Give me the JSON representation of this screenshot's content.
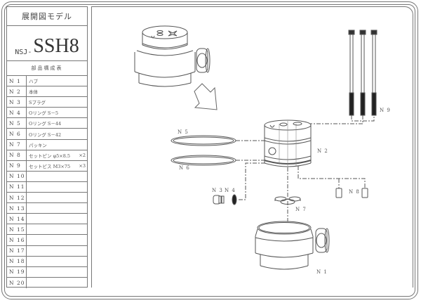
{
  "header": {
    "title": "展開図モデル",
    "model_prefix": "NSJ-",
    "model_name": "SSH8",
    "parts_table_title": "部品構成表"
  },
  "parts": [
    {
      "no": "N 1",
      "name": "ハブ",
      "qty": ""
    },
    {
      "no": "N 2",
      "name": "本体",
      "qty": ""
    },
    {
      "no": "N 3",
      "name": "Sプラグ",
      "qty": ""
    },
    {
      "no": "N 4",
      "name": "Oリング S－5",
      "qty": ""
    },
    {
      "no": "N 5",
      "name": "Oリング S－44",
      "qty": ""
    },
    {
      "no": "N 6",
      "name": "Oリング S－42",
      "qty": ""
    },
    {
      "no": "N 7",
      "name": "パッキン",
      "qty": ""
    },
    {
      "no": "N 8",
      "name": "セットピン φ5×8.5",
      "qty": "×2"
    },
    {
      "no": "N 9",
      "name": "セットビス M3×75",
      "qty": "×3"
    },
    {
      "no": "N 10",
      "name": "",
      "qty": ""
    },
    {
      "no": "N 11",
      "name": "",
      "qty": ""
    },
    {
      "no": "N 12",
      "name": "",
      "qty": ""
    },
    {
      "no": "N 13",
      "name": "",
      "qty": ""
    },
    {
      "no": "N 14",
      "name": "",
      "qty": ""
    },
    {
      "no": "N 15",
      "name": "",
      "qty": ""
    },
    {
      "no": "N 16",
      "name": "",
      "qty": ""
    },
    {
      "no": "N 17",
      "name": "",
      "qty": ""
    },
    {
      "no": "N 18",
      "name": "",
      "qty": ""
    },
    {
      "no": "N 19",
      "name": "",
      "qty": ""
    },
    {
      "no": "N 20",
      "name": "",
      "qty": ""
    }
  ],
  "callouts": {
    "n1": "N 1",
    "n2": "N 2",
    "n3": "N 3",
    "n4": "N 4",
    "n5": "N 5",
    "n6": "N 6",
    "n7": "N 7",
    "n8": "N 8",
    "n9": "N 9"
  },
  "colors": {
    "line": "#555555",
    "frame": "#777777",
    "background": "#ffffff"
  }
}
